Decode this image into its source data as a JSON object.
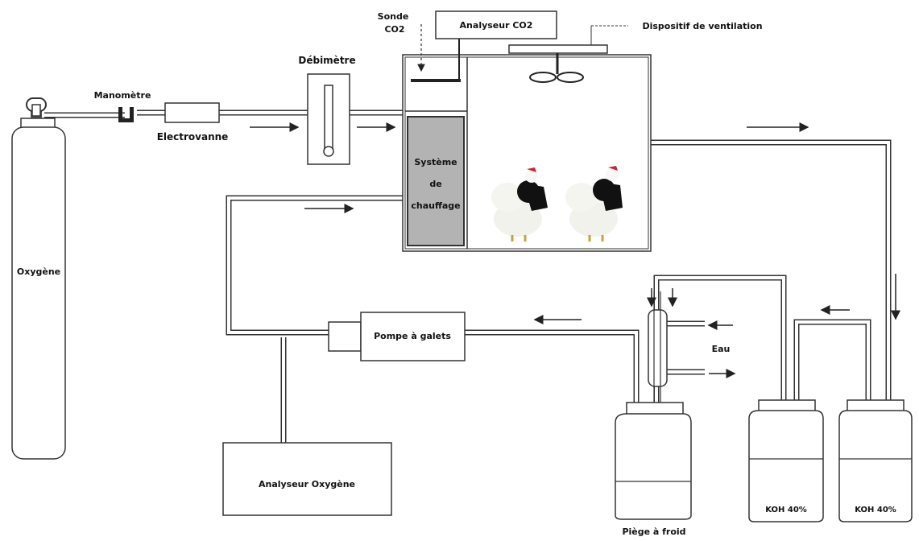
{
  "labels": {
    "oxygen_tank": "Oxygène",
    "manometer": "Manomètre",
    "solenoid_valve": "Electrovanne",
    "flowmeter": "Débimètre",
    "co2_probe_line1": "Sonde",
    "co2_probe_line2": "CO2",
    "co2_analyzer": "Analyseur CO2",
    "ventilation": "Dispositif de ventilation",
    "heating_line1": "Système",
    "heating_line2": "de",
    "heating_line3": "chauffage",
    "pump": "Pompe à galets",
    "oxygen_analyzer": "Analyseur Oxygène",
    "water": "Eau",
    "cold_trap": "Piège à froid",
    "koh_left": "KOH 40%",
    "koh_right": "KOH 40%"
  },
  "colors": {
    "heating_fill": "#b3b3b3",
    "outline": "#333333"
  }
}
